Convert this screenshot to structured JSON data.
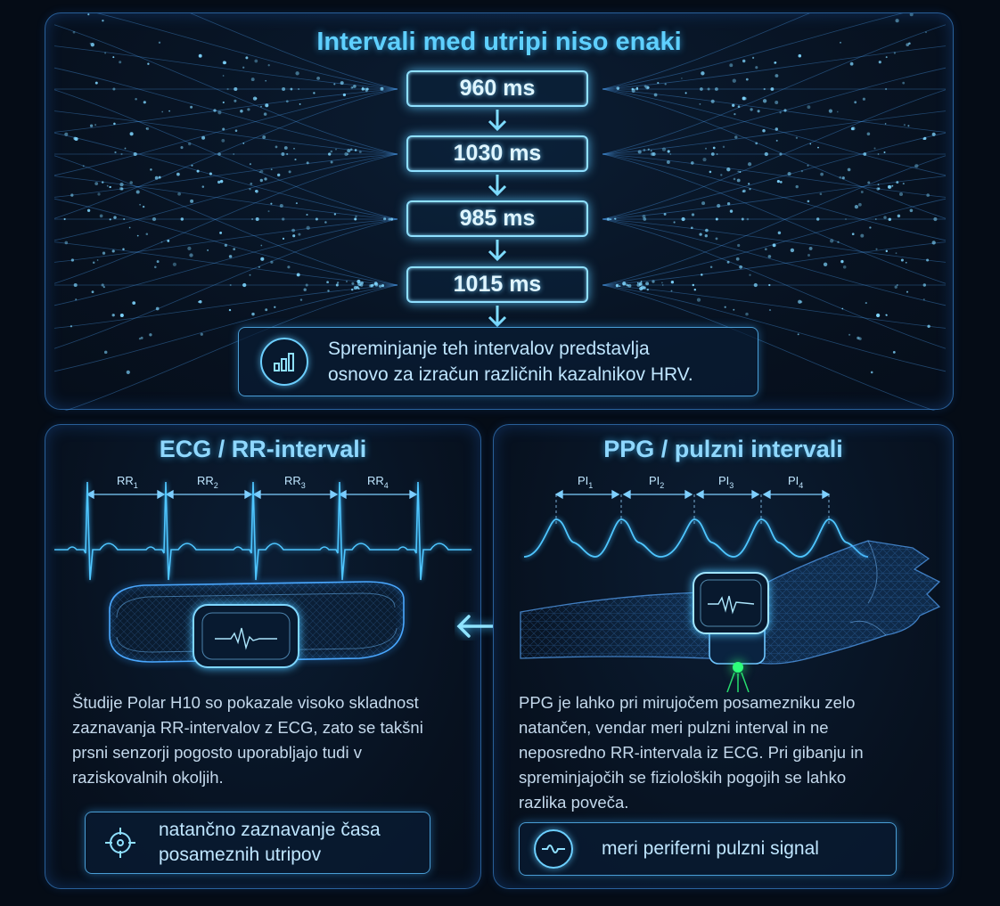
{
  "top": {
    "title": "Intervali med utripi niso enaki",
    "intervals": [
      "960 ms",
      "1030 ms",
      "985 ms",
      "1015 ms"
    ],
    "info_line1": "Spreminjanje teh intervalov predstavlja",
    "info_line2": "osnovo za izračun različnih kazalnikov HRV.",
    "info_icon": "bar-chart-icon"
  },
  "ecg": {
    "title": "ECG / RR-intervali",
    "labels": [
      "RR",
      "RR",
      "RR",
      "RR"
    ],
    "subscripts": [
      "1",
      "2",
      "3",
      "4"
    ],
    "text_line1": "Študije Polar H10 so pokazale visoko skladnost",
    "text_line2": "zaznavanja RR-intervalov z ECG, zato se takšni",
    "text_line3": "prsni senzorji pogosto uporabljajo tudi v",
    "text_line4": "raziskovalnih okoljih.",
    "info_line1": "natančno zaznavanje časa",
    "info_line2": "posameznih utripov",
    "info_icon": "crosshair-icon"
  },
  "ppg": {
    "title": "PPG / pulzni intervali",
    "labels": [
      "PI",
      "PI",
      "PI",
      "PI"
    ],
    "subscripts": [
      "1",
      "2",
      "3",
      "4"
    ],
    "text_line1": "PPG je lahko pri mirujočem posamezniku zelo",
    "text_line2": "natančen, vendar meri pulzni interval in ne",
    "text_line3": "neposredno RR-intervala iz ECG. Pri gibanju in",
    "text_line4": "spreminjajočih se fizioloških pogojih se lahko",
    "text_line5": "razlika poveča.",
    "info_text": "meri periferni pulzni signal",
    "info_icon": "pulse-wave-icon"
  },
  "colors": {
    "background": "#050c16",
    "accent": "#5fd0ff",
    "panel_border": "#46a0ff",
    "led_green": "#2dff7a"
  }
}
